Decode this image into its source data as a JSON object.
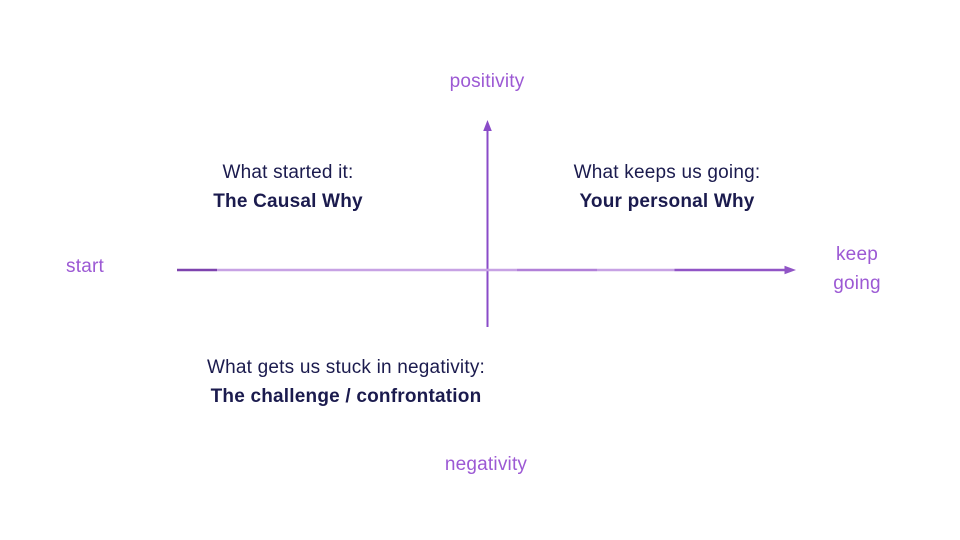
{
  "palette": {
    "purple": "#9c59d4",
    "axis": "#8a4bc8",
    "dark": "#1b1b4e",
    "background": "#ffffff"
  },
  "diagram": {
    "axis_labels": {
      "top": "positivity",
      "bottom": "negativity",
      "left": "start",
      "right_line1": "keep",
      "right_line2": "going"
    },
    "quadrants": {
      "top_left": {
        "line1": "What started it:",
        "line2": "The Causal Why"
      },
      "top_right": {
        "line1": "What keeps us going:",
        "line2": "Your personal Why"
      },
      "bottom_left": {
        "line1": "What gets us stuck in negativity:",
        "line2": "The challenge / confrontation"
      }
    }
  }
}
